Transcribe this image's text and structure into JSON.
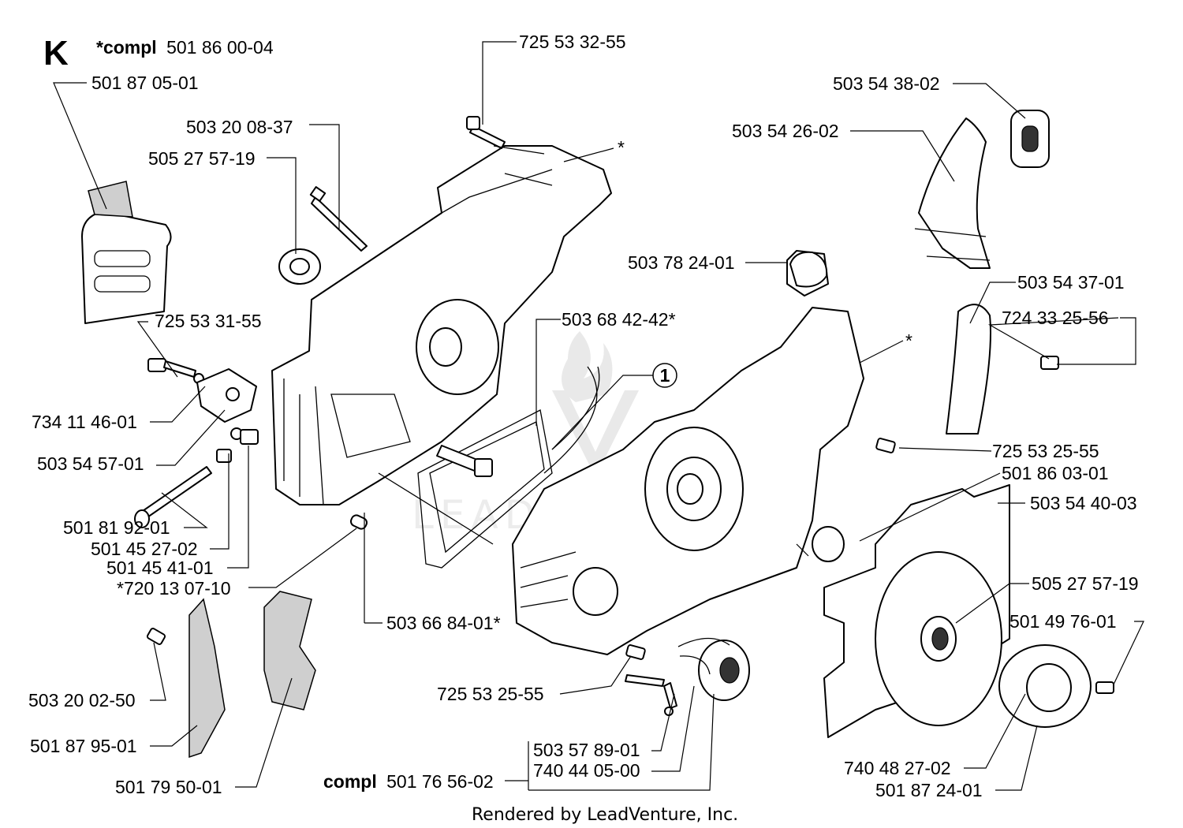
{
  "diagram": {
    "section_letter": "K",
    "assembly_label": {
      "prefix": "*compl",
      "number": "501 86 00-04"
    },
    "callouts": {
      "c01": "501 87 05-01",
      "c02": "503 20 08-37",
      "c03": "505 27 57-19",
      "c04": "725 53 32-55",
      "c05": "725 53 31-55",
      "c06": "734 11 46-01",
      "c07": "503 54 57-01",
      "c08": "501 81 92-01",
      "c09": "501 45 27-02",
      "c10": "501 45 41-01",
      "c11": "*720 13 07-10",
      "c12": "503 68 42-42*",
      "c13": "503 66 84-01*",
      "c14": "503 20 02-50",
      "c15": "501 87 95-01",
      "c16": "501 79 50-01",
      "c17": "725 53 25-55",
      "c18": "503 57 89-01",
      "c19": "740 44 05-00",
      "c20": "501 76 56-02",
      "c21": "503 54 38-02",
      "c22": "503 54 26-02",
      "c23": "503 78 24-01",
      "c24": "503 54 37-01",
      "c25": "724 33 25-56",
      "c26": "725 53 25-55",
      "c27": "501 86 03-01",
      "c28": "503 54 40-03",
      "c29": "505 27 57-19",
      "c30": "501 49 76-01",
      "c31": "740 48 27-02",
      "c32": "501 87 24-01"
    },
    "compl_prefix": "compl",
    "asterisk_mark": "*",
    "circled_ref": "1",
    "footer": "Rendered by LeadVenture, Inc.",
    "watermark": "LEADVENTURE"
  }
}
